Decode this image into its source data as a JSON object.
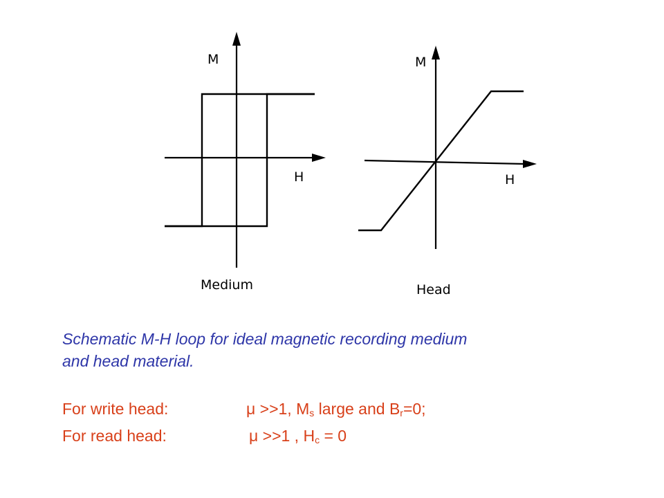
{
  "diagrams": {
    "medium": {
      "y_axis_label": "M",
      "x_axis_label": "H",
      "caption": "Medium"
    },
    "head": {
      "y_axis_label": "M",
      "x_axis_label": "H",
      "caption": "Head"
    }
  },
  "caption": {
    "line1": "Schematic M-H loop for ideal magnetic recording medium",
    "line2": "and head material."
  },
  "notes": {
    "write": {
      "label": "For write head:",
      "mu": "μ >>1, M",
      "ms_sub": "s",
      "mid": " large and B",
      "br_sub": "r",
      "end": "=0;"
    },
    "read": {
      "label": "For read head:",
      "mu": "μ  >>1 , H",
      "hc_sub": "c",
      "end": " = 0"
    }
  },
  "colors": {
    "caption": "#2e36a8",
    "notes": "#d8401a",
    "lines": "#000000"
  }
}
